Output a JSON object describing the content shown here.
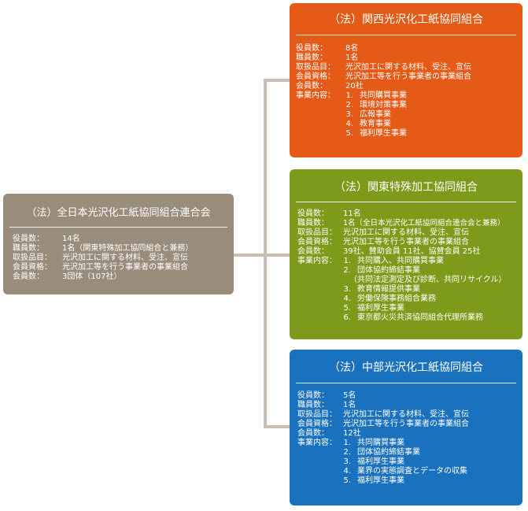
{
  "colors": {
    "federation": "#9a8c7b",
    "kansai": "#e55a17",
    "kanto": "#7e9a1a",
    "chubu": "#1a71bd",
    "connector": "#c9beb4"
  },
  "federation": {
    "title": "（法）全日本光沢化工紙協同組合連合会",
    "rows": [
      {
        "label": "役員数：",
        "value": "14名"
      },
      {
        "label": "職員数：",
        "value": "1名（関東特殊加工協同組合と兼務）"
      },
      {
        "label": "取扱品目：",
        "value": "光沢加工に関する材料、受注、宣伝"
      },
      {
        "label": "会員資格：",
        "value": "光沢加工等を行う事業者の事業組合"
      },
      {
        "label": "会員数：",
        "value": "3団体（107社）"
      }
    ]
  },
  "kansai": {
    "title": "（法）関西光沢化工紙協同組合",
    "rows": [
      {
        "label": "役員数：",
        "value": "8名"
      },
      {
        "label": "職員数：",
        "value": "1名"
      },
      {
        "label": "取扱品目：",
        "value": "光沢加工に関する材料、受注、宣伝"
      },
      {
        "label": "会員資格：",
        "value": "光沢加工等を行う事業者の事業組合"
      },
      {
        "label": "会員数：",
        "value": "20社"
      }
    ],
    "business_label": "事業内容：",
    "business": [
      {
        "num": "1.",
        "text": "共同購買事業"
      },
      {
        "num": "2.",
        "text": "環境対策事業"
      },
      {
        "num": "3.",
        "text": "広報事業"
      },
      {
        "num": "4.",
        "text": "教育事業"
      },
      {
        "num": "5.",
        "text": "福利厚生事業"
      }
    ]
  },
  "kanto": {
    "title": "（法）関東特殊加工協同組合",
    "rows": [
      {
        "label": "役員数：",
        "value": "11名"
      },
      {
        "label": "職員数：",
        "value": "1名（全日本光沢化工紙協同組合連合会と兼務）"
      },
      {
        "label": "取扱品目：",
        "value": "光沢加工に関する材料、受注、宣伝"
      },
      {
        "label": "会員資格：",
        "value": "光沢加工等を行う事業者の事業組合"
      },
      {
        "label": "会員数：",
        "value": "39社、賛助会員 11社、協賛会員 25社"
      }
    ],
    "business_label": "事業内容：",
    "business": [
      {
        "num": "1.",
        "text": "共同購入、共同購買事業"
      },
      {
        "num": "2.",
        "text": "団体協約締結事業",
        "sub": "（共同法定測定及び診断、共同リサイクル）"
      },
      {
        "num": "3.",
        "text": "教育情報提供事業"
      },
      {
        "num": "4.",
        "text": "労働保険事務組合業務"
      },
      {
        "num": "5.",
        "text": "福利厚生事業"
      },
      {
        "num": "6.",
        "text": "東京都火災共済協同組合代理所業務"
      }
    ]
  },
  "chubu": {
    "title": "（法）中部光沢化工紙協同組合",
    "rows": [
      {
        "label": "役員数：",
        "value": "5名"
      },
      {
        "label": "職員数：",
        "value": "1名"
      },
      {
        "label": "取扱品目：",
        "value": "光沢加工に関する材料、受注、宣伝"
      },
      {
        "label": "会員資格：",
        "value": "光沢加工等を行う事業者の事業組合"
      },
      {
        "label": "会員数：",
        "value": "12社"
      }
    ],
    "business_label": "事業内容：",
    "business": [
      {
        "num": "1.",
        "text": "共同購買事業"
      },
      {
        "num": "2.",
        "text": "団体協約締結事業"
      },
      {
        "num": "3.",
        "text": "福利厚生事業"
      },
      {
        "num": "4.",
        "text": "業界の実態調査とデータの収集"
      },
      {
        "num": "5.",
        "text": "福利厚生事業"
      }
    ]
  }
}
